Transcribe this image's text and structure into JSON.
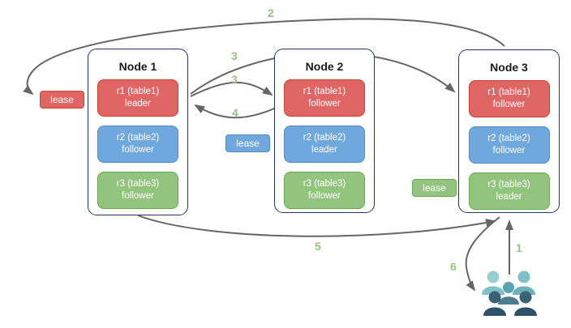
{
  "diagram": {
    "nodes": [
      {
        "title": "Node 1",
        "ranges": [
          {
            "label": "r1 (table1)",
            "role": "leader",
            "color": "red"
          },
          {
            "label": "r2 (table2)",
            "role": "follower",
            "color": "blue"
          },
          {
            "label": "r3 (table3)",
            "role": "follower",
            "color": "green"
          }
        ]
      },
      {
        "title": "Node 2",
        "ranges": [
          {
            "label": "r1 (table1)",
            "role": "follower",
            "color": "red"
          },
          {
            "label": "r2 (table2)",
            "role": "leader",
            "color": "blue"
          },
          {
            "label": "r3 (table3)",
            "role": "follower",
            "color": "green"
          }
        ]
      },
      {
        "title": "Node 3",
        "ranges": [
          {
            "label": "r1 (table1)",
            "role": "follower",
            "color": "red"
          },
          {
            "label": "r2 (table2)",
            "role": "follower",
            "color": "blue"
          },
          {
            "label": "r3 (table3)",
            "role": "leader",
            "color": "green"
          }
        ]
      }
    ],
    "leases": [
      {
        "label": "lease",
        "color": "red"
      },
      {
        "label": "lease",
        "color": "blue"
      },
      {
        "label": "lease",
        "color": "green"
      }
    ],
    "step_labels": {
      "step1": "1",
      "step2": "2",
      "step3": "3",
      "step4": "4",
      "step5": "5",
      "step6": "6"
    },
    "icons": {
      "users": "users-icon"
    },
    "colors": {
      "red": "#e06666",
      "red_border": "#cc4125",
      "lease_red_border": "#d23f31",
      "blue": "#6fa8dc",
      "blue_border": "#5a8ac2",
      "green": "#93c47d",
      "green_border": "#6aa84f",
      "node_border": "#1f3864",
      "node_title": "#1a1a1a",
      "arrow": "#666666",
      "step_label": "#93c47d",
      "text_on_range": "#ffffff",
      "users_light": "#97ced3",
      "users_midlight": "#74b7bd",
      "users_teal": "#5ba4b0",
      "users_slate": "#4e7d90",
      "users_dark_head": "#3a6276",
      "users_dark": "#2e5269"
    }
  }
}
